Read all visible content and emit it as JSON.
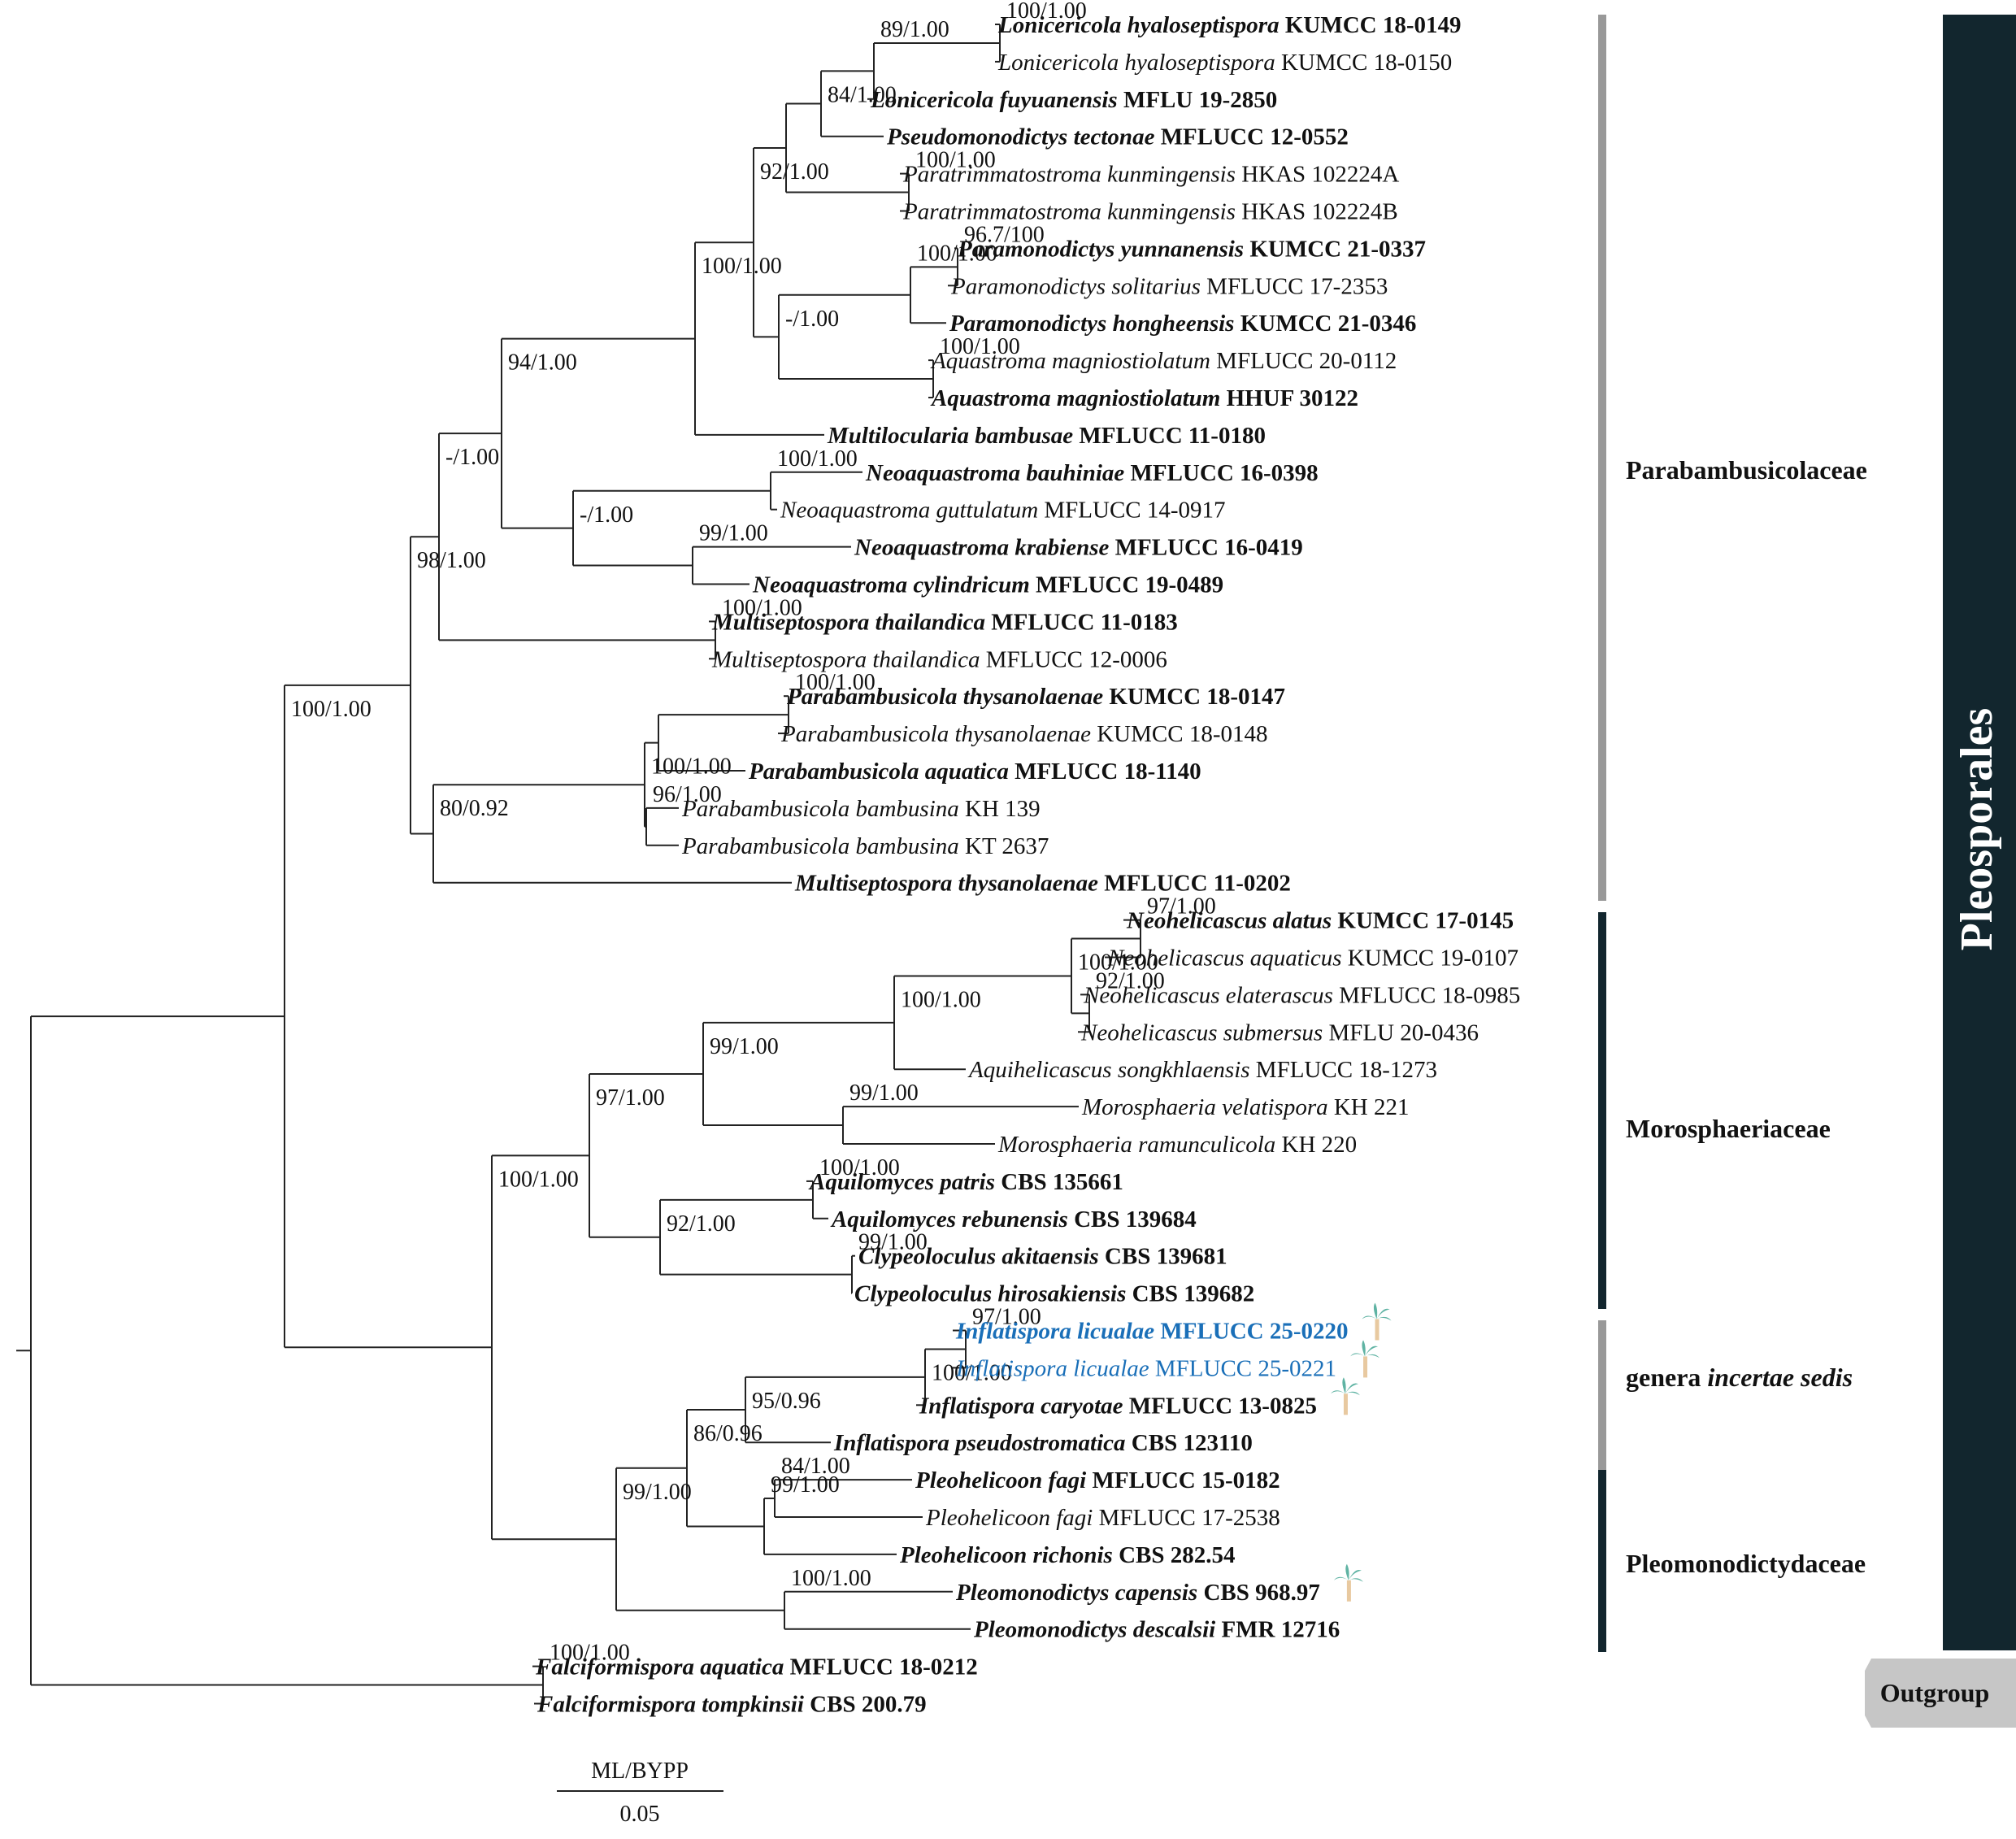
{
  "colors": {
    "new_species": "#1a6fb8",
    "dark_bar": "#12262e",
    "grey_bar": "#999999",
    "outgroup_box": "#c6c6c6",
    "palm_leaf": "#5fb3a3",
    "palm_trunk": "#e8c9a0"
  },
  "taxa": [
    {
      "id": "t1",
      "genus": "Lonicericola hyaloseptispora",
      "code": "KUMCC 18-0149",
      "bold": true
    },
    {
      "id": "t2",
      "genus": "Lonicericola hyaloseptispora",
      "code": "KUMCC 18-0150",
      "bold": false
    },
    {
      "id": "t3",
      "genus": "Lonicericola fuyuanensis",
      "code": "MFLU 19-2850",
      "bold": true
    },
    {
      "id": "t4",
      "genus": "Pseudomonodictys tectonae",
      "code": "MFLUCC 12-0552",
      "bold": true
    },
    {
      "id": "t5",
      "genus": "Paratrimmatostroma kunmingensis",
      "code": "HKAS 102224A",
      "bold": false
    },
    {
      "id": "t6",
      "genus": "Paratrimmatostroma kunmingensis",
      "code": "HKAS 102224B",
      "bold": false
    },
    {
      "id": "t7",
      "genus": "Paramonodictys yunnanensis",
      "code": "KUMCC 21-0337",
      "bold": true
    },
    {
      "id": "t8",
      "genus": "Paramonodictys solitarius",
      "code": "MFLUCC 17-2353",
      "bold": false
    },
    {
      "id": "t9",
      "genus": "Paramonodictys hongheensis",
      "code": "KUMCC 21-0346",
      "bold": true
    },
    {
      "id": "t10",
      "genus": "Aquastroma magniostiolatum",
      "code": "MFLUCC 20-0112",
      "bold": false
    },
    {
      "id": "t11",
      "genus": "Aquastroma magniostiolatum",
      "code": "HHUF 30122",
      "bold": true
    },
    {
      "id": "t12",
      "genus": "Multilocularia bambusae",
      "code": "MFLUCC 11-0180",
      "bold": true
    },
    {
      "id": "t13",
      "genus": "Neoaquastroma bauhiniae",
      "code": "MFLUCC 16-0398",
      "bold": true
    },
    {
      "id": "t14",
      "genus": "Neoaquastroma guttulatum",
      "code": "MFLUCC 14-0917",
      "bold": false
    },
    {
      "id": "t15",
      "genus": "Neoaquastroma krabiense",
      "code": "MFLUCC 16-0419",
      "bold": true
    },
    {
      "id": "t16",
      "genus": "Neoaquastroma cylindricum",
      "code": "MFLUCC 19-0489",
      "bold": true
    },
    {
      "id": "t17",
      "genus": "Multiseptospora thailandica",
      "code": "MFLUCC 11-0183",
      "bold": true
    },
    {
      "id": "t18",
      "genus": "Multiseptospora thailandica",
      "code": "MFLUCC 12-0006",
      "bold": false
    },
    {
      "id": "t19",
      "genus": "Parabambusicola thysanolaenae",
      "code": "KUMCC 18-0147",
      "bold": true
    },
    {
      "id": "t20",
      "genus": "Parabambusicola thysanolaenae",
      "code": "KUMCC 18-0148",
      "bold": false
    },
    {
      "id": "t21",
      "genus": "Parabambusicola aquatica",
      "code": "MFLUCC 18-1140",
      "bold": true
    },
    {
      "id": "t22",
      "genus": "Parabambusicola bambusina",
      "code": "KH 139",
      "bold": false
    },
    {
      "id": "t23",
      "genus": "Parabambusicola bambusina",
      "code": "KT 2637",
      "bold": false
    },
    {
      "id": "t24",
      "genus": "Multiseptospora thysanolaenae",
      "code": "MFLUCC 11-0202",
      "bold": true
    },
    {
      "id": "t25",
      "genus": "Neohelicascus alatus",
      "code": "KUMCC 17-0145",
      "bold": true
    },
    {
      "id": "t26",
      "genus": "Neohelicascus aquaticus",
      "code": "KUMCC 19-0107",
      "bold": false
    },
    {
      "id": "t27",
      "genus": "Neohelicascus elaterascus",
      "code": "MFLUCC 18-0985",
      "bold": false
    },
    {
      "id": "t28",
      "genus": "Neohelicascus submersus",
      "code": "MFLU 20-0436",
      "bold": false
    },
    {
      "id": "t29",
      "genus": "Aquihelicascus songkhlaensis",
      "code": "MFLUCC 18-1273",
      "bold": false
    },
    {
      "id": "t30",
      "genus": "Morosphaeria velatispora",
      "code": "KH 221",
      "bold": false
    },
    {
      "id": "t31",
      "genus": "Morosphaeria ramunculicola",
      "code": "KH 220",
      "bold": false
    },
    {
      "id": "t32",
      "genus": "Aquilomyces patris",
      "code": "CBS 135661",
      "bold": true
    },
    {
      "id": "t33",
      "genus": "Aquilomyces rebunensis",
      "code": "CBS 139684",
      "bold": true
    },
    {
      "id": "t34",
      "genus": "Clypeoloculus akitaensis",
      "code": "CBS 139681",
      "bold": true
    },
    {
      "id": "t35",
      "genus": "Clypeoloculus hirosakiensis",
      "code": "CBS 139682",
      "bold": true
    },
    {
      "id": "t36",
      "genus": "Inflatispora licualae",
      "code": "MFLUCC 25-0220",
      "bold": true,
      "new": true,
      "palm": true
    },
    {
      "id": "t37",
      "genus": "Inflatispora licualae",
      "code": "MFLUCC 25-0221",
      "bold": false,
      "new": true,
      "palm": true
    },
    {
      "id": "t38",
      "genus": "Inflatispora caryotae",
      "code": "MFLUCC 13-0825",
      "bold": true,
      "palm": true
    },
    {
      "id": "t39",
      "genus": "Inflatispora pseudostromatica",
      "code": "CBS 123110",
      "bold": true
    },
    {
      "id": "t40",
      "genus": "Pleohelicoon fagi",
      "code": "MFLUCC 15-0182",
      "bold": true
    },
    {
      "id": "t41",
      "genus": "Pleohelicoon fagi",
      "code": "MFLUCC 17-2538",
      "bold": false
    },
    {
      "id": "t42",
      "genus": "Pleohelicoon richonis",
      "code": "CBS 282.54",
      "bold": true
    },
    {
      "id": "t43",
      "genus": "Pleomonodictys capensis",
      "code": "CBS 968.97",
      "bold": true,
      "palm": true
    },
    {
      "id": "t44",
      "genus": "Pleomonodictys descalsii",
      "code": "FMR 12716",
      "bold": true
    },
    {
      "id": "t45",
      "genus": "Falciformispora aquatica",
      "code": "MFLUCC 18-0212",
      "bold": true
    },
    {
      "id": "t46",
      "genus": "Falciformispora tompkinsii",
      "code": "CBS 200.79",
      "bold": true
    }
  ],
  "supports": [
    "100/1.00",
    "89/1.00",
    "84/1.00",
    "100/1.00",
    "96.7/100",
    "100/1.00",
    "-/1.00",
    "100/1.00",
    "92/1.00",
    "100/1.00",
    "100/1.00",
    "99/1.00",
    "-/1.00",
    "94/1.00",
    "100/1.00",
    "100/1.00",
    "96/1.00",
    "100/1.00",
    "80/0.92",
    "-/1.00",
    "98/1.00",
    "97/1.00",
    "92/1.00",
    "100/1.00",
    "100/1.00",
    "99/1.00",
    "99/1.00",
    "100/1.00",
    "99/1.00",
    "92/1.00",
    "97/1.00",
    "97/1.00",
    "100/1.00",
    "95/0.96",
    "84/1.00",
    "99/1.00",
    "100/1.00",
    "86/0.96",
    "99/1.00",
    "100/1.00",
    "100/1.00",
    "100/1.00"
  ],
  "families": [
    {
      "label": "Parabambusicolaceae"
    },
    {
      "label": "Morosphaeriaceae"
    },
    {
      "label_prefix": "genera ",
      "label_italic": "incertae sedis"
    },
    {
      "label": "Pleomonodictydaceae"
    }
  ],
  "order_label": "Pleosporales",
  "outgroup_label": "Outgroup",
  "scale": {
    "header": "ML/BYPP",
    "value": "0.05"
  }
}
